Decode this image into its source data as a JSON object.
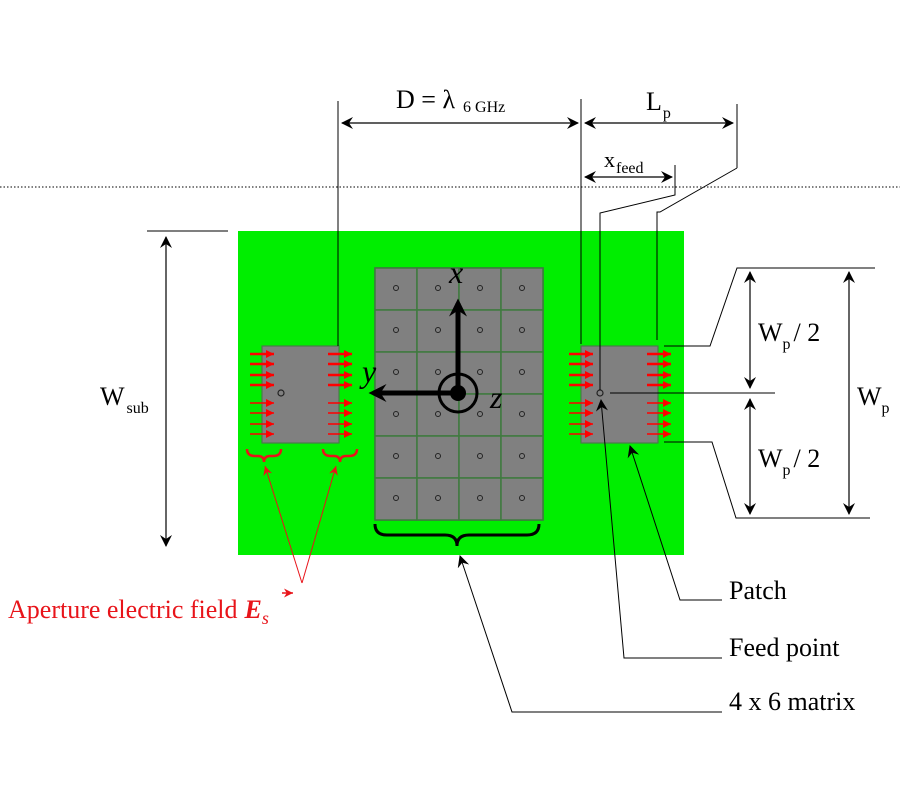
{
  "diagram": {
    "title": "Patch antenna array layout with aperture field",
    "colors": {
      "substrate": "#00ee00",
      "patch": "#808080",
      "cell_border": "#3f7a3f",
      "field_arrow": "#ff0000",
      "field_label": "#e8141a",
      "line": "#000000"
    },
    "dimensions": {
      "D": {
        "main": "D = λ",
        "sub": "6 GHz"
      },
      "Lp": {
        "main": "L",
        "sub": "p"
      },
      "xfeed": {
        "main": "x",
        "sub": "feed"
      },
      "Wsub": {
        "main": "W",
        "sub": "sub"
      },
      "Wp_half_top": {
        "main": "W",
        "sub": "p",
        "suffix": "/ 2"
      },
      "Wp_half_bottom": {
        "main": "W",
        "sub": "p",
        "suffix": "/ 2"
      },
      "Wp": {
        "main": "W",
        "sub": "p"
      }
    },
    "axes": {
      "x": "x",
      "y": "y",
      "z": "z"
    },
    "matrix": {
      "columns": 4,
      "rows": 6
    },
    "callouts": {
      "patch": "Patch",
      "feed_point": "Feed point",
      "matrix": "4 x 6 matrix",
      "aperture_field": "Aperture electric field",
      "aperture_symbol": "E",
      "aperture_symbol_sub": "s"
    }
  }
}
